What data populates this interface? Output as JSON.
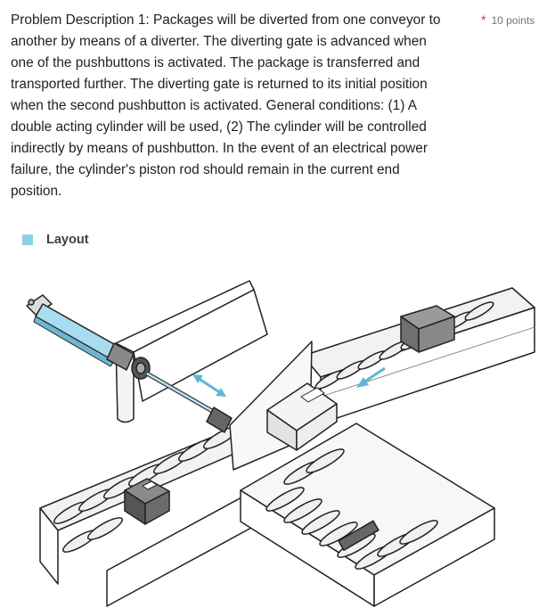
{
  "question": {
    "description_lines": [
      "Problem Description 1: Packages will be diverted from one conveyor to",
      "another by means of a diverter. The diverting gate is advanced when",
      "one of the pushbuttons is activated. The package is transferred and",
      "transported further. The diverting gate is returned to its initial position",
      "when the second pushbutton is activated. General conditions: (1) A",
      "double acting cylinder will be used, (2) The cylinder will be controlled",
      "indirectly by means of pushbutton. In the event of an electrical power",
      "failure, the cylinder's piston rod should remain in the current end",
      "position."
    ],
    "required_marker": "*",
    "points": "10 points"
  },
  "layout_section": {
    "title": "Layout",
    "icon": "square-bullet-icon",
    "accent_color": "#8fcfe6"
  },
  "illustration": {
    "icons": [
      "pneumatic-cylinder-icon",
      "conveyor-icon",
      "package-icon",
      "arrow-icon"
    ],
    "cylinder_color": "#a8dcf0",
    "arrow_color": "#5bb8d8"
  }
}
